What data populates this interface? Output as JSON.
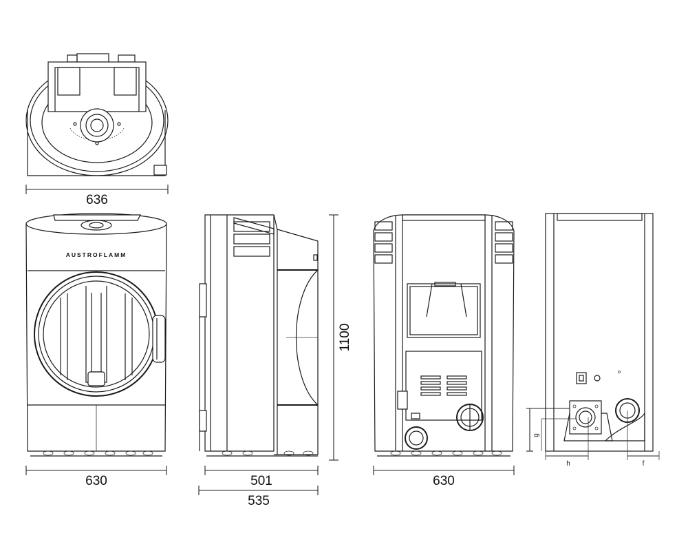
{
  "brand": {
    "name": "AUSTROFLAMM"
  },
  "dimensions": {
    "top_width": "636",
    "front_width": "630",
    "side_depth": "501",
    "side_depth_total": "535",
    "height": "1100",
    "rear_width": "630"
  },
  "connection_labels": {
    "g": "g",
    "h": "h",
    "f": "f"
  },
  "colors": {
    "line": "#1a1a1a",
    "background": "#ffffff"
  }
}
